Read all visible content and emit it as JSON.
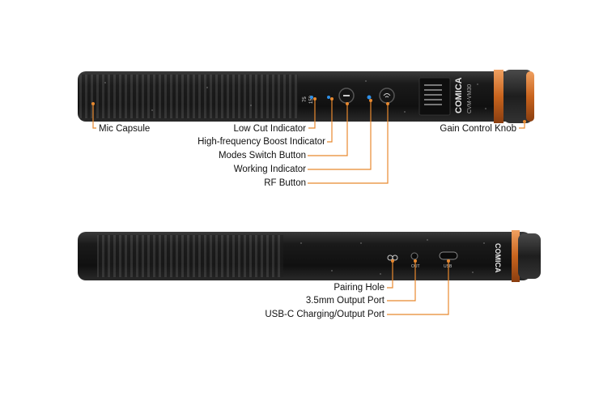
{
  "colors": {
    "leader": "#e8892f",
    "body": "#1b1b1b",
    "copper": "#d9742a",
    "indicator_blue": "#2f8fe6"
  },
  "top_mic": {
    "brand": "COMICA",
    "model": "CVM-VM30",
    "markings": [
      "75",
      "150"
    ],
    "labels": {
      "mic_capsule": "Mic Capsule",
      "low_cut": "Low Cut Indicator",
      "hf_boost": "High-frequency Boost Indicator",
      "modes_switch": "Modes Switch Button",
      "working_indicator": "Working Indicator",
      "rf_button": "RF Button",
      "gain_knob": "Gain Control Knob"
    }
  },
  "bottom_mic": {
    "brand": "COMICA",
    "port_labels": {
      "out": "OUT",
      "usb": "USB"
    },
    "labels": {
      "pairing_hole": "Pairing Hole",
      "output_port": "3.5mm Output Port",
      "usbc_port": "USB-C Charging/Output Port"
    }
  }
}
